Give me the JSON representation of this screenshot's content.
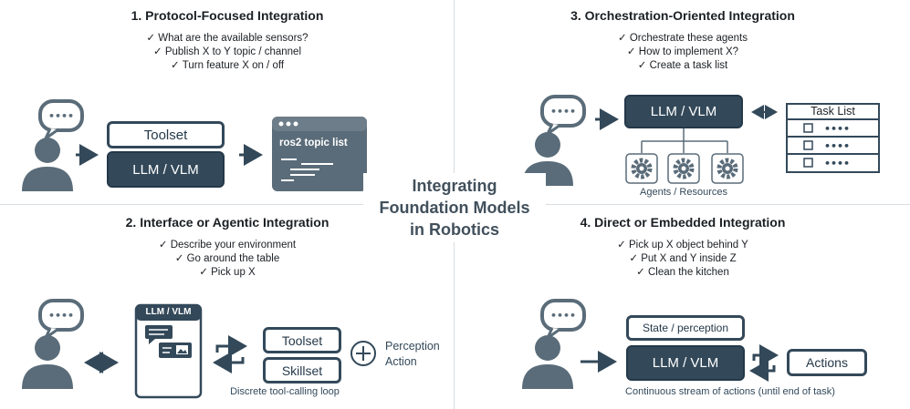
{
  "center_title": [
    "Integrating",
    "Foundation Models",
    "in Robotics"
  ],
  "panels": {
    "p1": {
      "title": "1. Protocol-Focused Integration",
      "checks": [
        "What are the available sensors?",
        "Publish X to Y topic / channel",
        "Turn feature X on / off"
      ],
      "toolset": "Toolset",
      "llm": "LLM / VLM",
      "terminal_text": "ros2 topic list"
    },
    "p2": {
      "title": "2. Interface or Agentic Integration",
      "checks": [
        "Describe your environment",
        "Go around the table",
        "Pick up X"
      ],
      "app_title": "LLM / VLM",
      "toolset": "Toolset",
      "skillset": "Skillset",
      "perception": "Perception",
      "action": "Action",
      "caption": "Discrete tool-calling loop"
    },
    "p3": {
      "title": "3. Orchestration-Oriented Integration",
      "checks": [
        "Orchestrate these agents",
        "How to implement X?",
        "Create a task list"
      ],
      "llm": "LLM / VLM",
      "tasklist": "Task List",
      "agents": "Agents / Resources"
    },
    "p4": {
      "title": "4. Direct or Embedded Integration",
      "checks": [
        "Pick up X object behind Y",
        "Put X and Y inside Z",
        "Clean the kitchen"
      ],
      "state": "State / perception",
      "llm": "LLM / VLM",
      "actions": "Actions",
      "caption": "Continuous stream of actions (until end of task)"
    }
  },
  "colors": {
    "dark": "#33495a",
    "icon": "#5a6c79",
    "outline": "#24394a"
  },
  "icons": [
    "user-icon",
    "speech-bubble-icon",
    "arrow-right-icon",
    "double-arrow-icon",
    "gear-icon",
    "loop-arrows-icon",
    "plus-icon",
    "checkbox-icon",
    "chat-icon",
    "image-icon",
    "terminal-window-icon"
  ]
}
